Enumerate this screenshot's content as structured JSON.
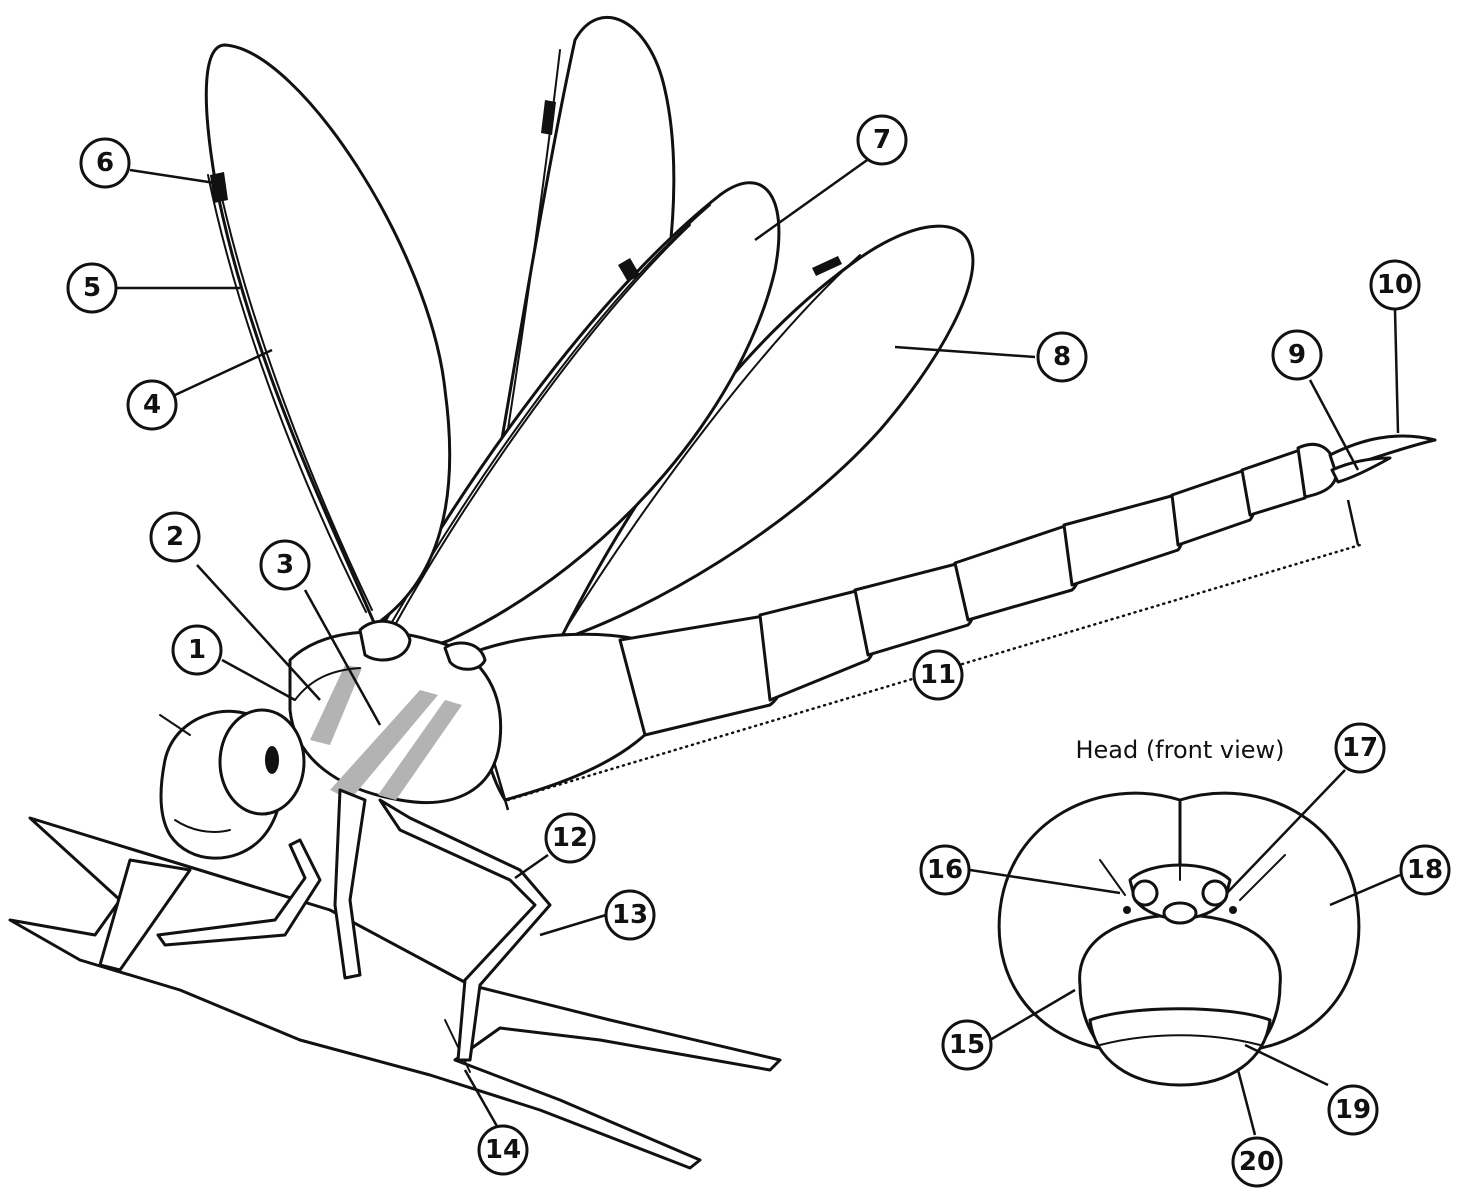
{
  "caption": "Head (front view)",
  "callouts": [
    "1",
    "2",
    "3",
    "4",
    "5",
    "6",
    "7",
    "8",
    "9",
    "10",
    "11",
    "12",
    "13",
    "14",
    "15",
    "16",
    "17",
    "18",
    "19",
    "20"
  ],
  "colors": {
    "outline": "#111111",
    "fill": "#ffffff",
    "stripe": "#b3b3b3"
  }
}
